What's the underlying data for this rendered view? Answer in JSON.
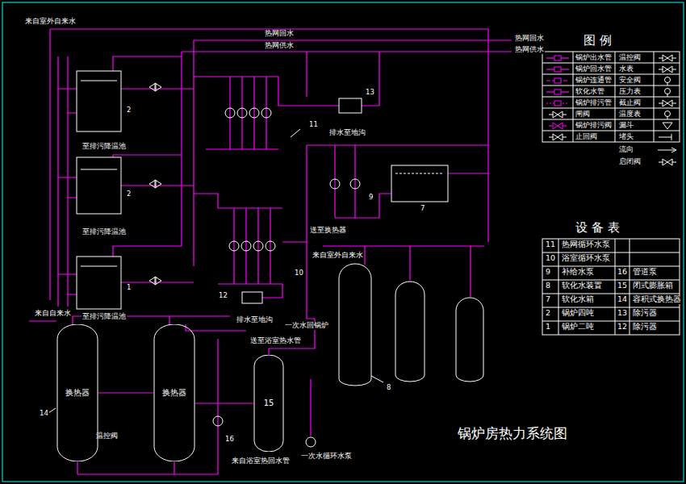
{
  "diagram": {
    "title": "锅炉房热力系统图",
    "nodes": [
      {
        "text": [
          "换热器"
        ]
      },
      {
        "text": [
          "换热器"
        ]
      },
      {
        "text": [
          "15"
        ]
      }
    ],
    "edges": [
      {
        "from": 0,
        "to": 1,
        "arrow": "none"
      },
      {
        "from": 1,
        "to": 2,
        "arrow": "none"
      }
    ],
    "labels": [
      "来自室外自来水",
      "热网回水",
      "热网供水",
      "热网回水",
      "热网供水",
      "至排污降温池",
      "至排污降温池",
      "至排污降温池",
      "排水至地沟",
      "排水至地沟",
      "送至换热器",
      "来自室外自来水",
      "来自自来水",
      "一次水回锅炉",
      "送至浴室热水管",
      "来自浴室热回水管",
      "一次水循环水泵",
      "温控阀",
      "2",
      "2",
      "1",
      "11",
      "13",
      "9",
      "7",
      "10",
      "12",
      "8",
      "14",
      "16",
      "图 例",
      "设 备 表",
      "11",
      "热网循环水泵",
      "10",
      "浴室循环水泵",
      "9",
      "补给水泵",
      "16",
      "管道泵",
      "8",
      "软化水装置",
      "15",
      "闭式膨胀箱",
      "7",
      "软化水箱",
      "14",
      "容积式换热器",
      "2",
      "锅炉四吨",
      "13",
      "除污器",
      "1",
      "锅炉二吨",
      "12",
      "除污器"
    ],
    "legend": [
      {
        "text": "锅炉出水管"
      },
      {
        "text": "锅炉回水管"
      },
      {
        "text": "锅炉连通管"
      },
      {
        "text": "软化水管"
      },
      {
        "text": "锅炉排污管"
      },
      {
        "text": "闸阀"
      },
      {
        "text": "锅炉排污阀"
      },
      {
        "text": "止回阀"
      },
      {
        "text": "温控阀"
      },
      {
        "text": "水表"
      },
      {
        "text": "安全阀"
      },
      {
        "text": "压力表"
      },
      {
        "text": "截止阀"
      },
      {
        "text": "温度表"
      },
      {
        "text": "漏斗"
      },
      {
        "text": "堵头"
      },
      {
        "text": "流向"
      },
      {
        "text": "启闭阀"
      }
    ]
  }
}
